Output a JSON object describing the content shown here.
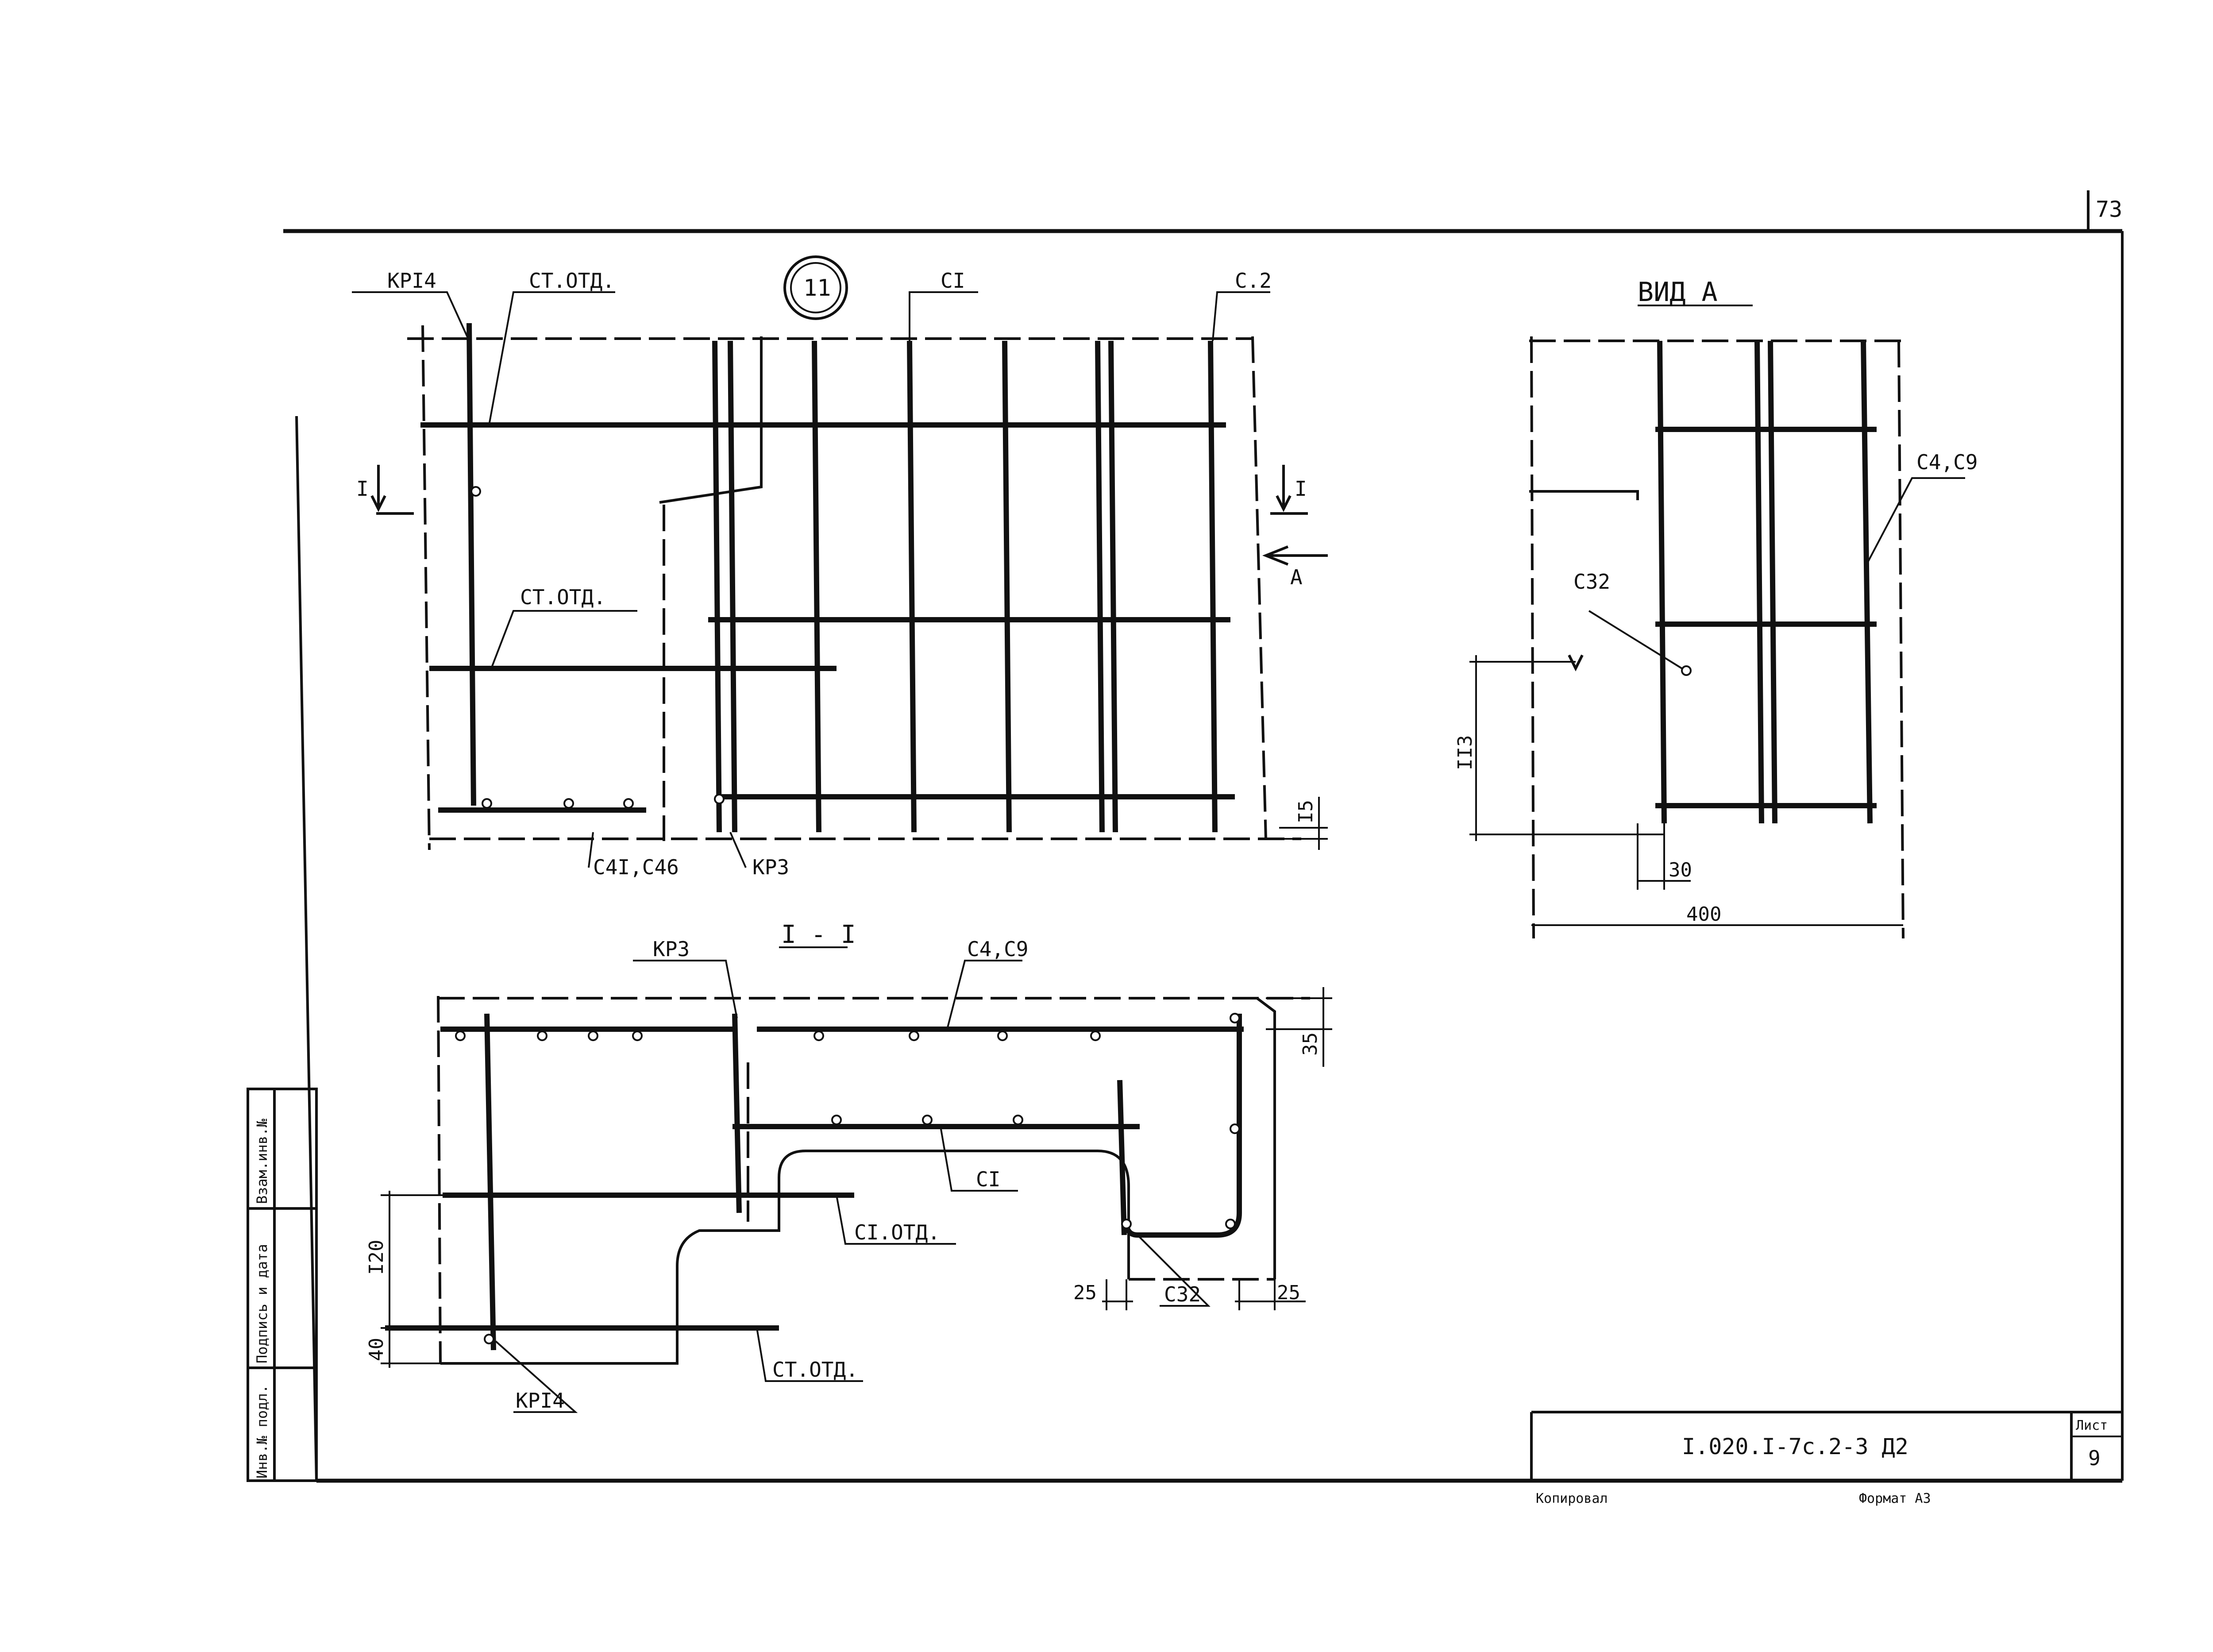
{
  "sheet": {
    "page_number": "73",
    "designation": "I.020.I-7c.2-3 Д2",
    "sheet_label": "Лист",
    "sheet_number": "9",
    "copied_label": "Копировал",
    "format_label": "Формат А3"
  },
  "side_stamp": {
    "cell_1": "Инв.№ подл.",
    "cell_2": "Подпись и дата",
    "cell_3": "Взам.инв.№"
  },
  "node": {
    "number": "11",
    "labels": {
      "kr14_top": "КРI4",
      "st_otd_top": "СТ.ОТД.",
      "c1_top": "СI",
      "c2_top": "С.2",
      "st_otd_mid": "СТ.ОТД.",
      "c41_c46": "С4I,С46",
      "kr3_bottom": "КР3",
      "dim_15": "I5",
      "cut_left": "I",
      "cut_right": "I",
      "view_arrow": "А"
    }
  },
  "view_a": {
    "title": "ВИД А",
    "labels": {
      "c4_c9": "С4,С9",
      "c32": "С32",
      "dim_113": "II3",
      "dim_30": "30",
      "dim_400": "400"
    }
  },
  "section_1_1": {
    "title": "I - I",
    "labels": {
      "kr3": "КР3",
      "c4_c9": "С4,С9",
      "c1": "СI",
      "st_otd_1": "СI.ОТД.",
      "st_otd_2": "СТ.ОТД.",
      "kr14": "КРI4",
      "c32": "С32",
      "dim_35": "35",
      "dim_120": "I20",
      "dim_40": "40",
      "dim_25_left": "25",
      "dim_25_right": "25"
    }
  }
}
